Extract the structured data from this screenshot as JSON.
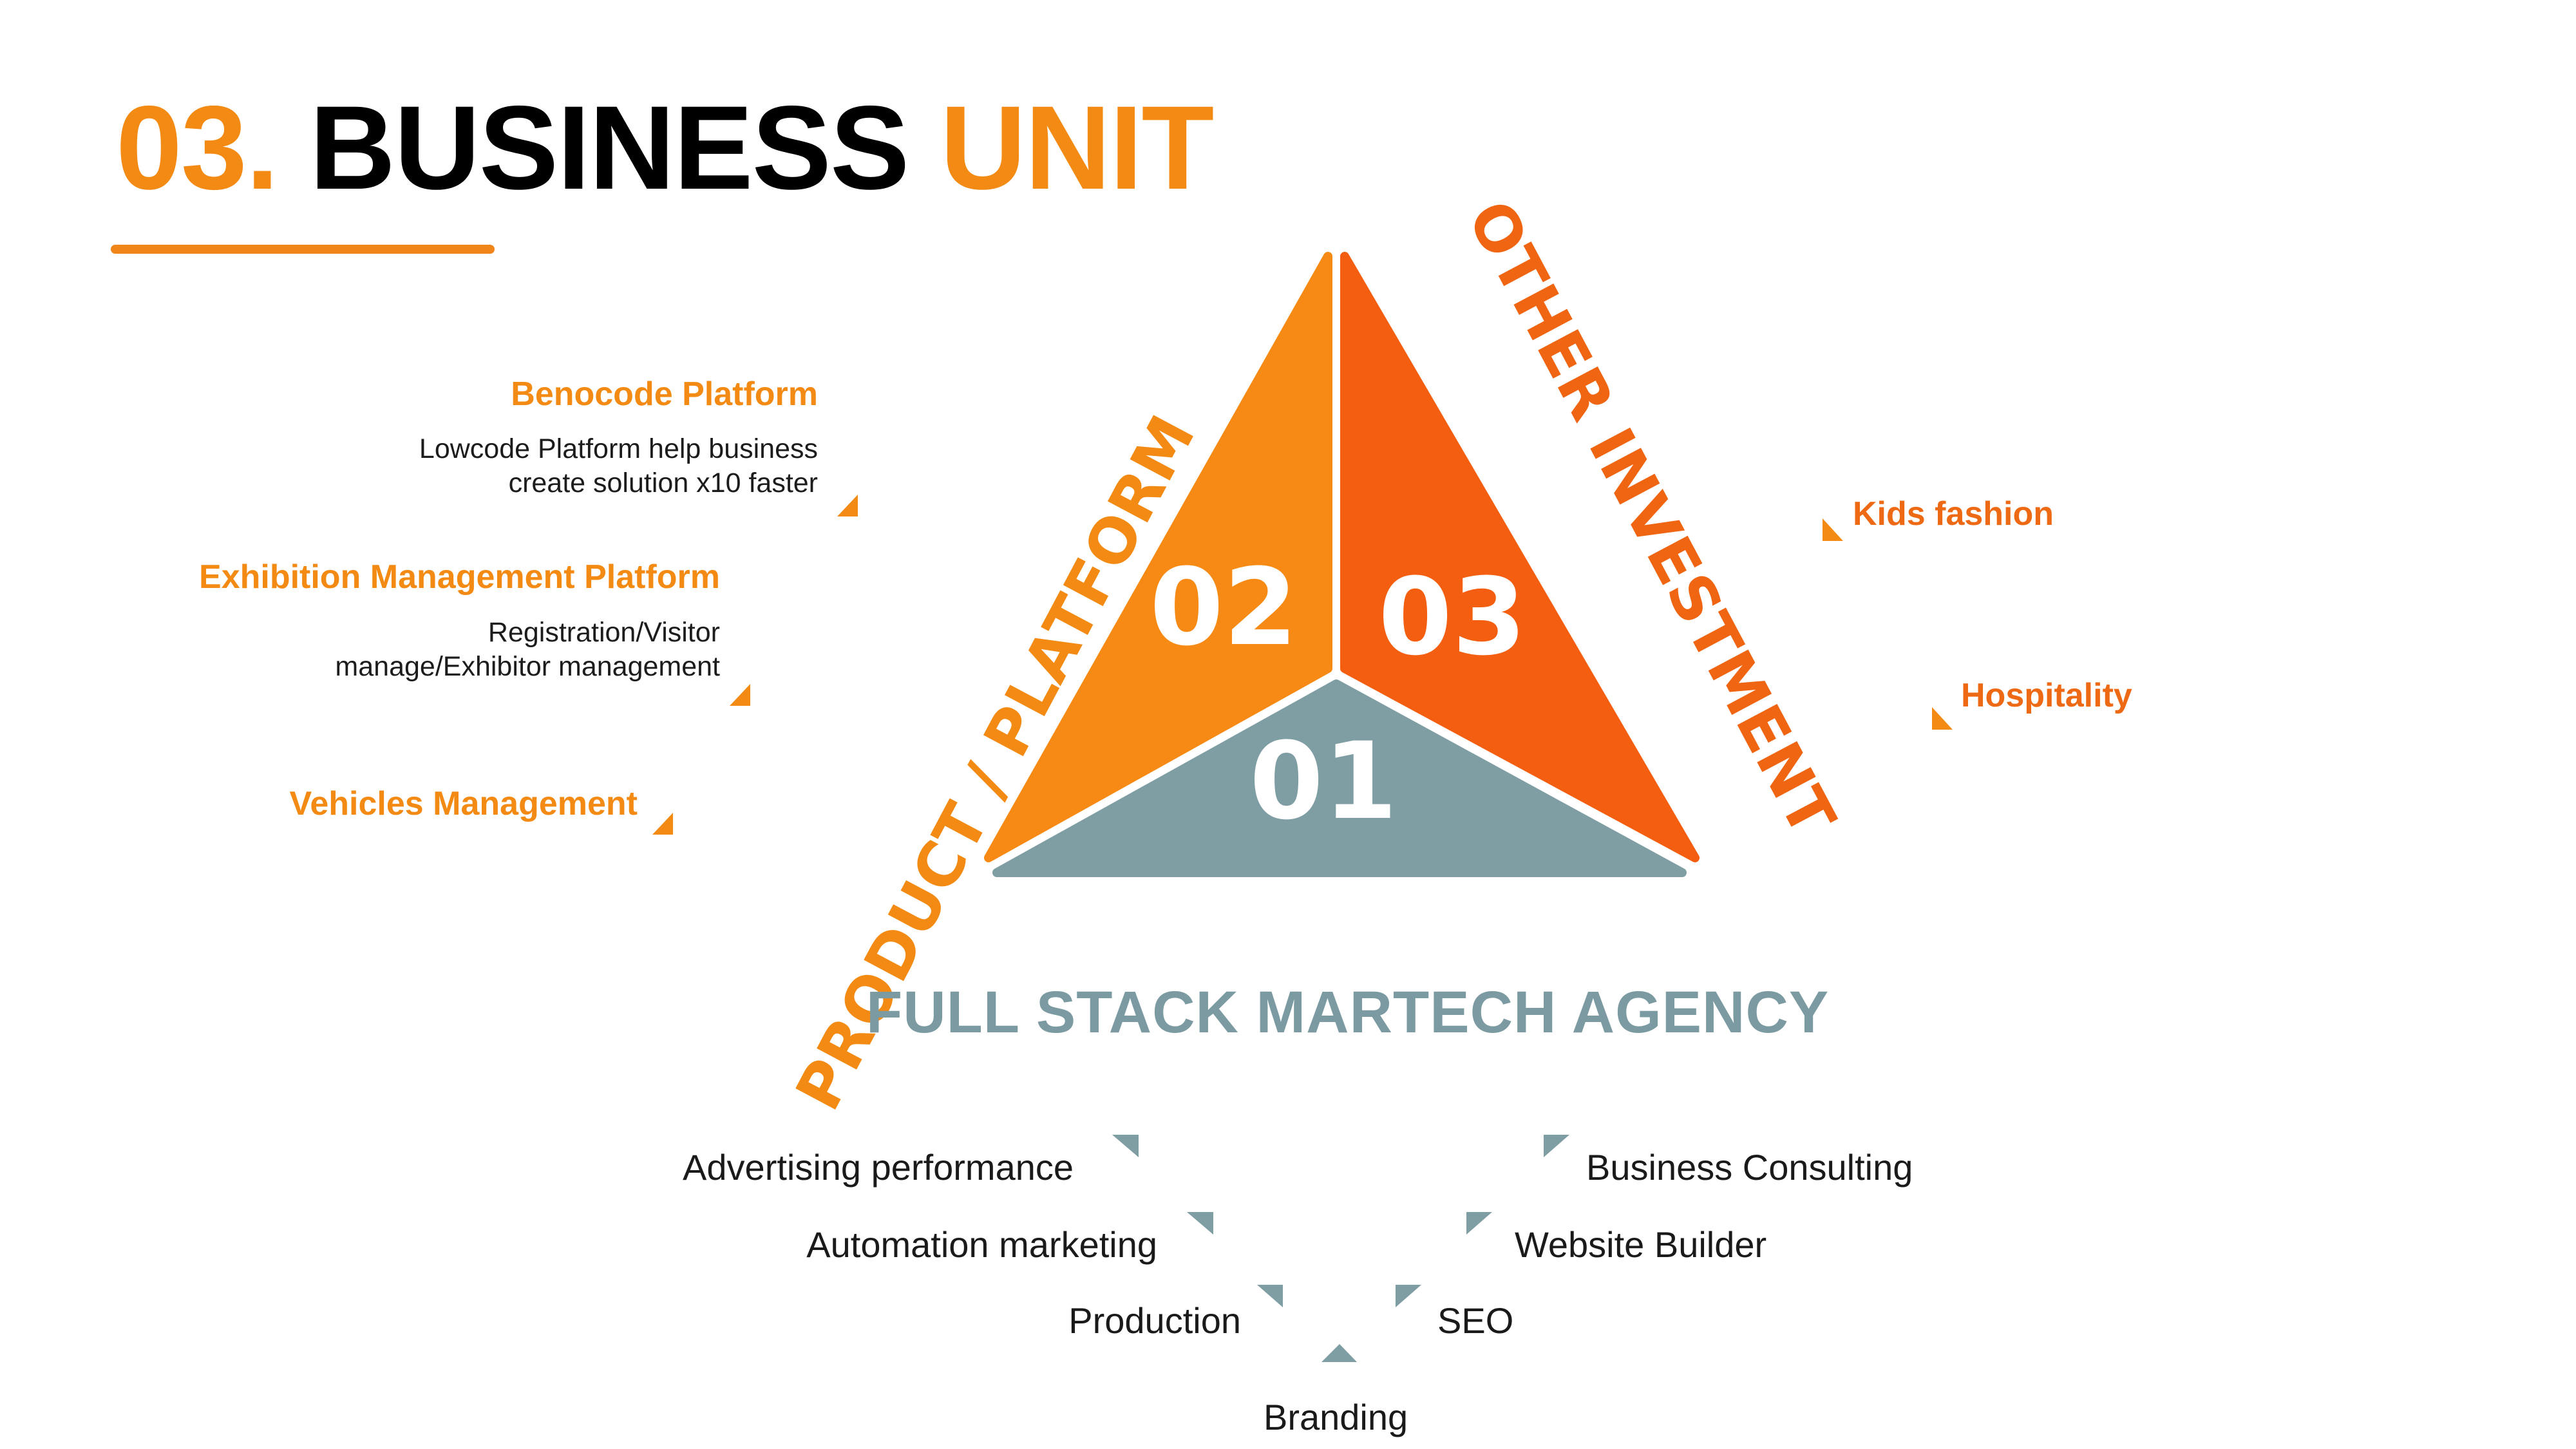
{
  "header": {
    "number": "03.",
    "title_main": "BUSINESS",
    "title_accent": "UNIT"
  },
  "triangle": {
    "left_number": "02",
    "right_number": "03",
    "bottom_number": "01",
    "left_side_label": "PRODUCT / PLATFORM",
    "right_side_label": "OTHER INVESTMENT"
  },
  "product_platform": {
    "items": [
      {
        "title": "Benocode Platform",
        "desc_line1": "Lowcode Platform help business",
        "desc_line2": "create solution x10 faster"
      },
      {
        "title": "Exhibition Management Platform",
        "desc_line1": "Registration/Visitor",
        "desc_line2": "manage/Exhibitor management"
      },
      {
        "title": "Vehicles Management"
      }
    ]
  },
  "other_investment": {
    "items": [
      "Kids fashion",
      "Hospitality"
    ]
  },
  "agency": {
    "title": "FULL STACK MARTECH AGENCY",
    "left_services": [
      "Advertising performance",
      "Automation marketing",
      "Production"
    ],
    "right_services": [
      "Business Consulting",
      "Website Builder",
      "SEO"
    ],
    "bottom_service": "Branding"
  },
  "colors": {
    "orange_light": "#f38a14",
    "orange_dark": "#f2611a",
    "slate": "#7f9ea3",
    "title_black": "#000000"
  },
  "icons": [
    "triangle-marker-icon"
  ]
}
